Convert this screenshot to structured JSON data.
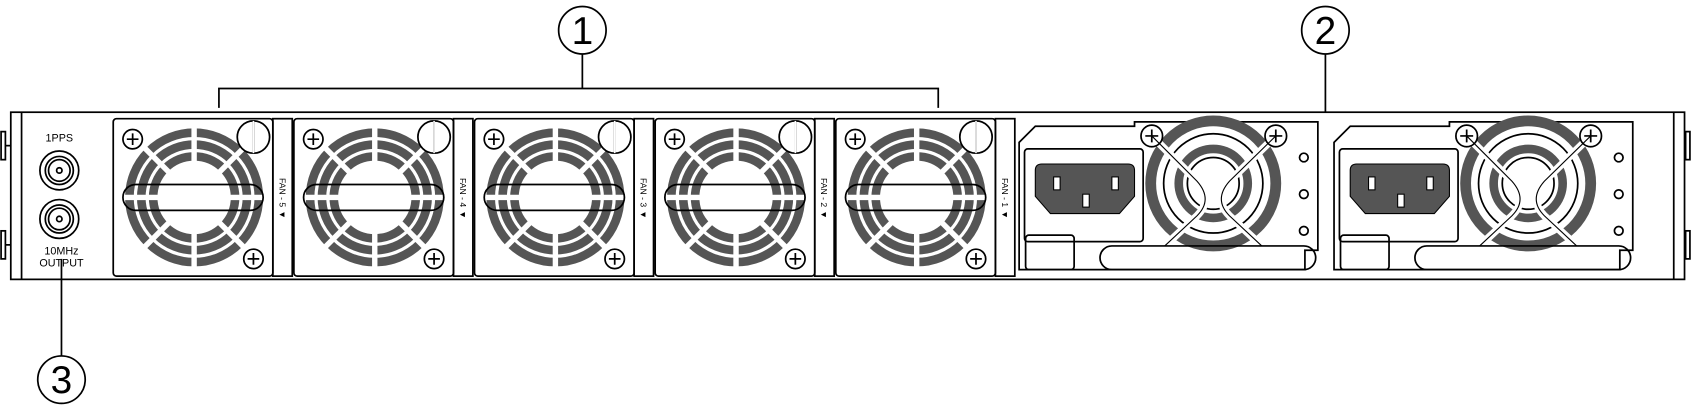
{
  "callouts": [
    "1",
    "2",
    "3"
  ],
  "timing_ports": {
    "top_label": "1PPS",
    "bottom_label_line1": "10MHz",
    "bottom_label_line2": "OUTPUT"
  },
  "fans": [
    {
      "label": "FAN - 5"
    },
    {
      "label": "FAN - 4"
    },
    {
      "label": "FAN - 3"
    },
    {
      "label": "FAN - 2"
    },
    {
      "label": "FAN - 1"
    }
  ],
  "fan_arrow": "▼",
  "power_supplies": 2,
  "colors": {
    "line": "#000000",
    "grill": "#555555",
    "strip": "#dddddd",
    "inlet": "#555555"
  }
}
